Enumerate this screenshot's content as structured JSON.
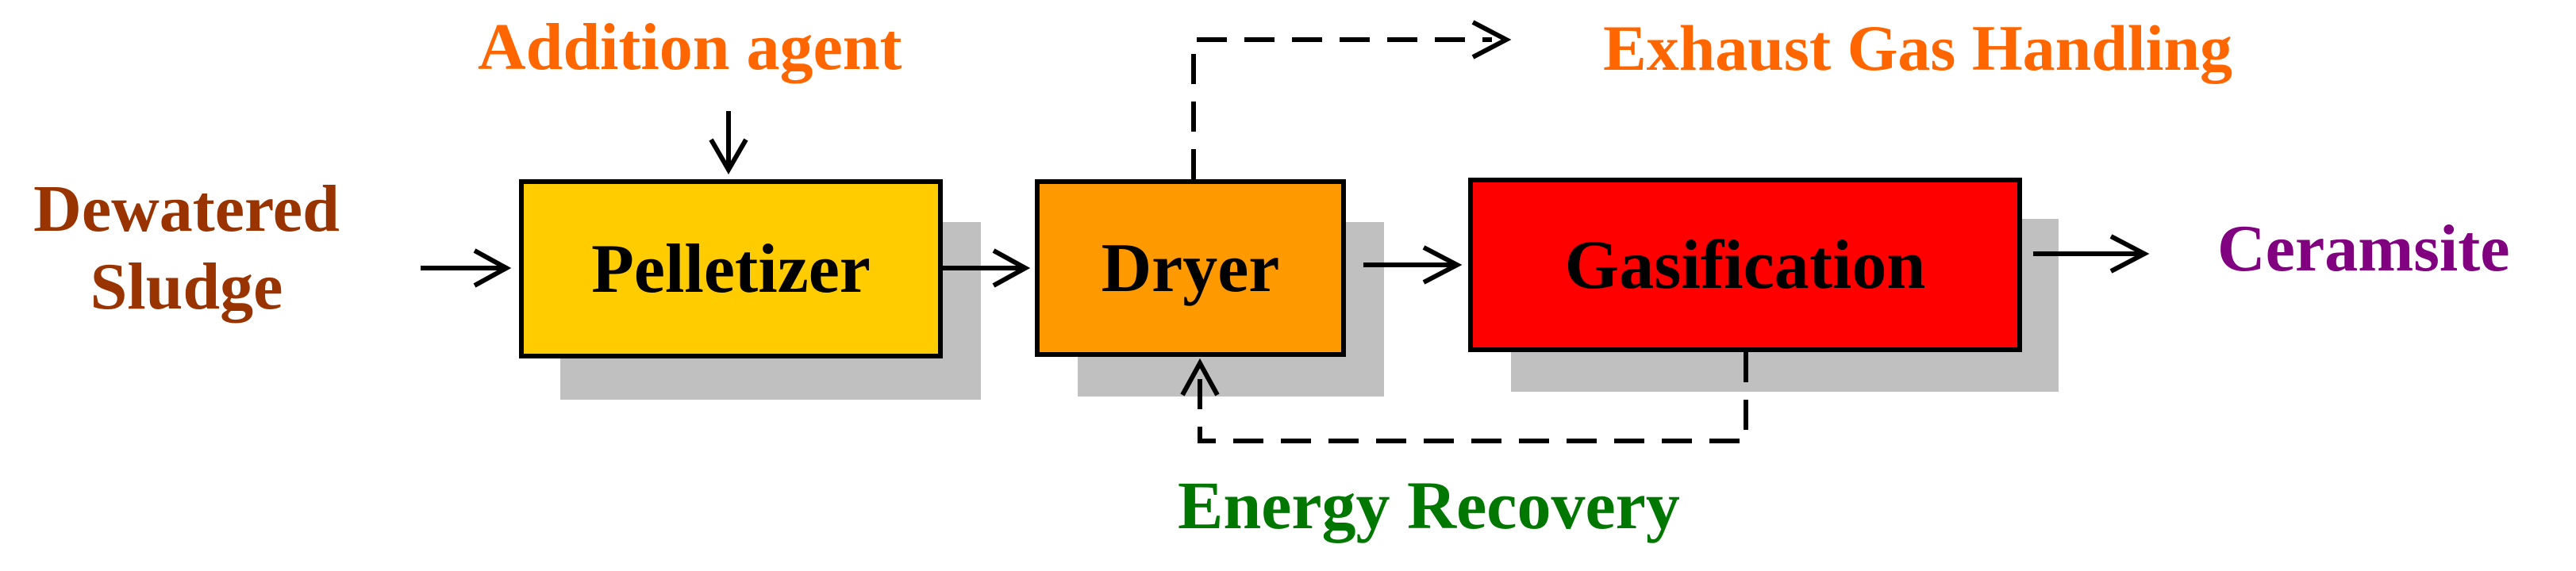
{
  "inputs": {
    "dewatered_sludge": [
      "Dewatered",
      "Sludge"
    ],
    "addition_agent": "Addition agent"
  },
  "boxes": {
    "pelletizer": "Pelletizer",
    "dryer": "Dryer",
    "gasification": "Gasification"
  },
  "outputs": {
    "exhaust_gas": "Exhaust Gas Handling",
    "ceramsite": "Ceramsite",
    "energy_recovery": "Energy Recovery"
  },
  "colors": {
    "sludge_text": "#993300",
    "addition_text": "#ff6600",
    "exhaust_text": "#ff6600",
    "ceramsite_text": "#800080",
    "energy_text": "#007700",
    "pelletizer_fill": "#ffcc00",
    "dryer_fill": "#ff9900",
    "gasification_fill": "#ff0000",
    "shadow": "#c0c0c0"
  }
}
